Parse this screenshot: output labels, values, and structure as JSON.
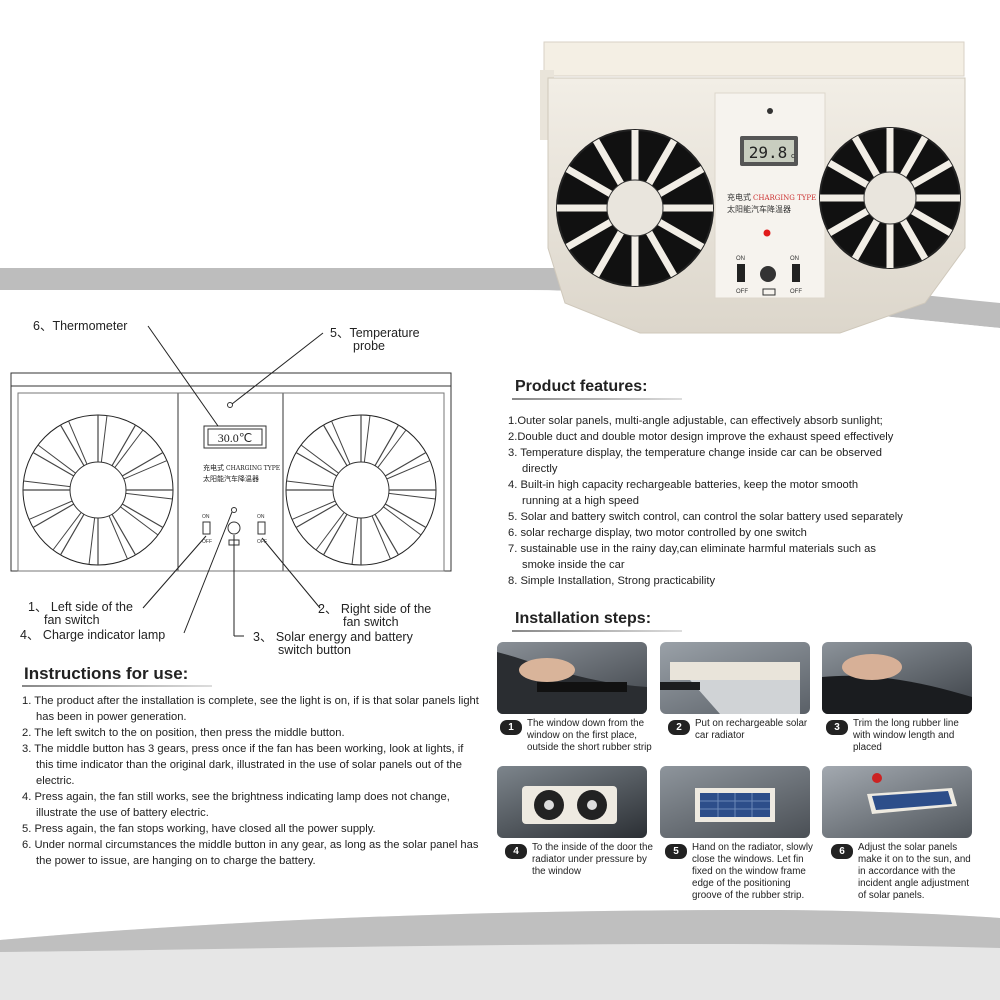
{
  "product": {
    "display_temp": "29.8",
    "display_unit": "c",
    "label_cn": "充电式",
    "label_en": "CHARGING TYPE",
    "label_cn2": "太阳能汽车降温器",
    "switch_on": "ON",
    "switch_off": "OFF",
    "accent_color": "#e11b1b"
  },
  "diagram": {
    "label_thermometer": "6、Thermometer",
    "label_probe_1": "5、Temperature",
    "label_probe_2": "probe",
    "display_temp": "30.0℃",
    "label_cn": "充电式",
    "label_en": "CHARGING TYPE",
    "label_cn2": "太阳能汽车降温器",
    "switch_on": "ON",
    "switch_off": "OFF",
    "label_left_1": "1、 Left side of the",
    "label_left_2": "fan switch",
    "label_right_1": "2、 Right side of the",
    "label_right_2": "fan switch",
    "label_lamp": "4、 Charge indicator lamp",
    "label_button_1": "3、 Solar energy and battery",
    "label_button_2": "switch button"
  },
  "features": {
    "heading": "Product features:",
    "items": [
      "1.Outer solar panels, multi-angle adjustable, can effectively absorb sunlight;",
      "2.Double duct and double motor design improve the exhaust speed effectively",
      "3. Temperature display, the temperature change inside car can be observed",
      "directly",
      "4. Built-in high capacity rechargeable batteries, keep the motor smooth",
      "running at a high speed",
      "5. Solar and battery switch control, can control the solar battery used separately",
      "6. solar recharge display, two motor controlled by one switch",
      "7. sustainable use in the rainy day,can eliminate harmful materials such as",
      "smoke inside the car",
      "8. Simple Installation, Strong practicability"
    ]
  },
  "instructions": {
    "heading": "Instructions for use:",
    "items": [
      "1. The product after the installation is complete, see the light is on, if is that solar panels light has been in power generation.",
      "2. The left switch to the on position, then press the middle button.",
      "3. The middle button has 3 gears, press once if the fan has been working, look at lights, if this time indicator than the original dark, illustrated in the use of solar panels out of the electric.",
      "4. Press again, the fan still works, see the brightness indicating lamp does not change, illustrate the use of battery electric.",
      "5. Press again, the fan stops working, have closed all the power supply.",
      "6. Under normal circumstances the middle button in any gear, as long as the solar panel has the power to issue, are hanging on to charge the battery."
    ]
  },
  "installation": {
    "heading": "Installation steps:",
    "steps": [
      {
        "num": "1",
        "text": "The window down from the window on the first place, outside the short rubber strip"
      },
      {
        "num": "2",
        "text": "Put on rechargeable solar car radiator"
      },
      {
        "num": "3",
        "text": "Trim the long rubber line with window length and placed"
      },
      {
        "num": "4",
        "text": "To the inside of the door the radiator under pressure by the window"
      },
      {
        "num": "5",
        "text": "Hand on the radiator, slowly close the windows. Let fin fixed on the window frame edge of the positioning groove of the rubber strip."
      },
      {
        "num": "6",
        "text": "Adjust the solar panels make it on to the sun, and in accordance with the incident angle adjustment of solar panels."
      }
    ]
  }
}
